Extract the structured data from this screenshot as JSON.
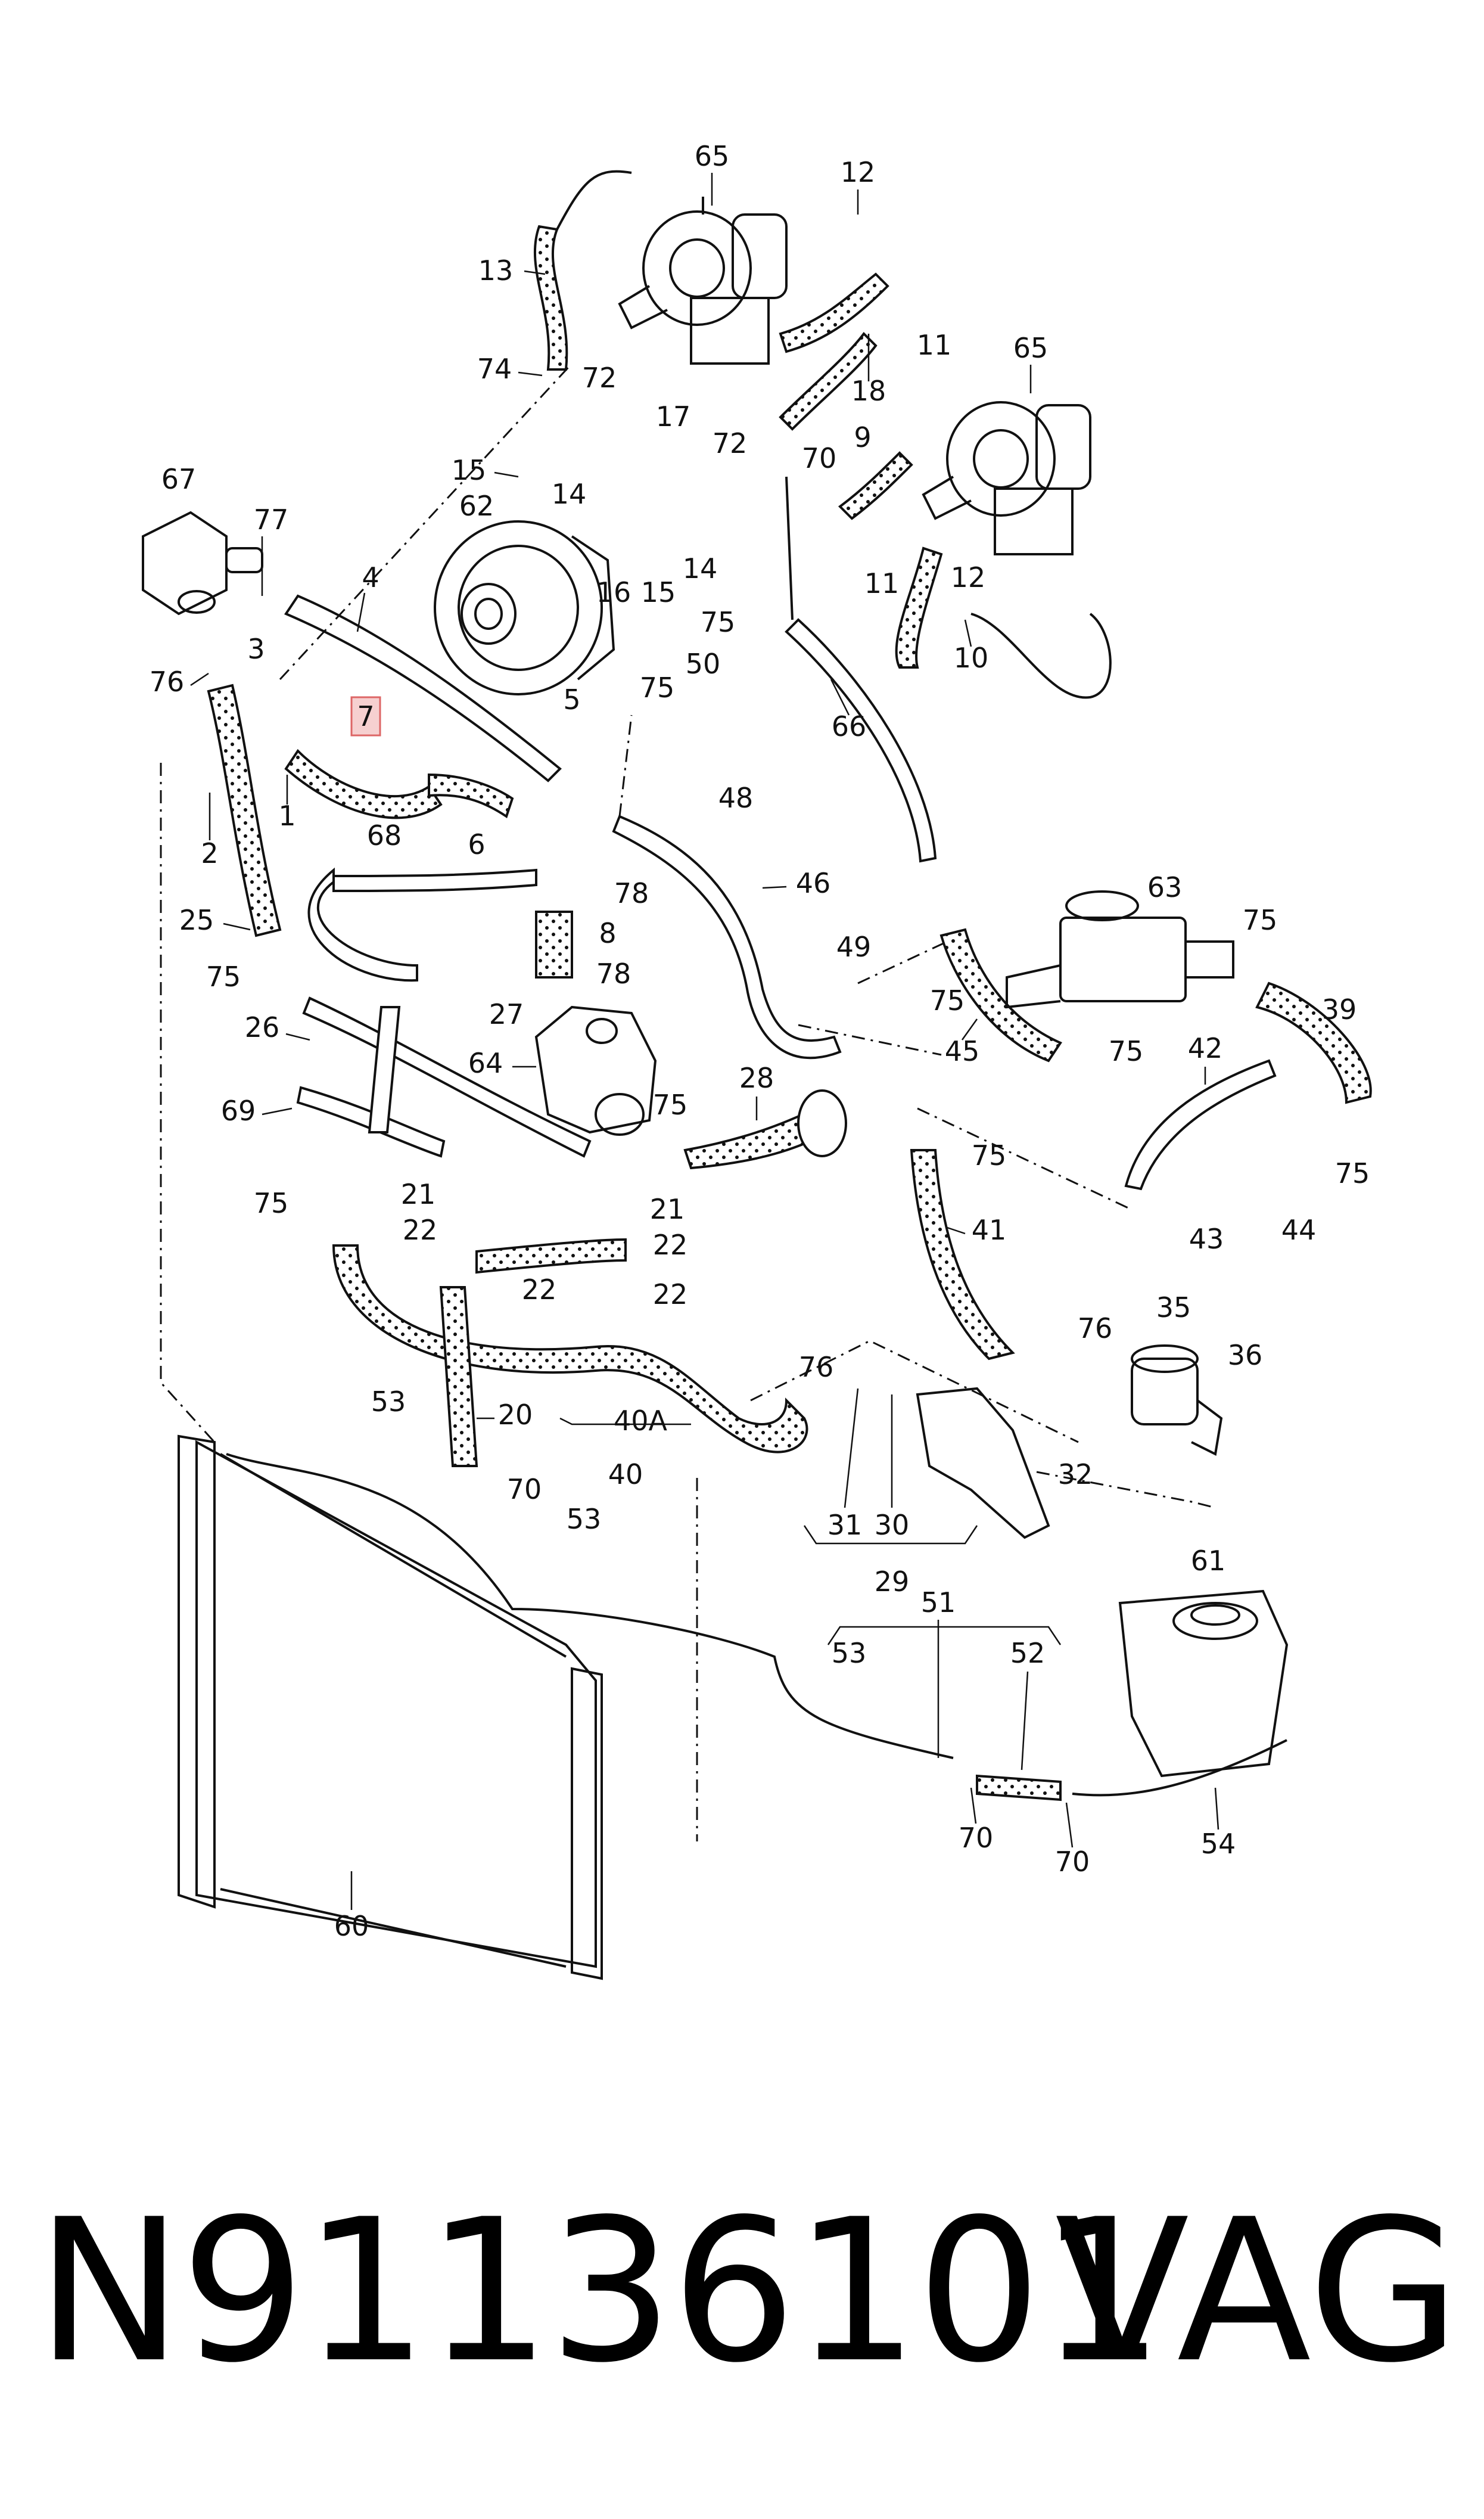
{
  "labels": {
    "p65a": "65",
    "p12a": "12",
    "p13": "13",
    "p11a": "11",
    "p74": "74",
    "p72a": "72",
    "p18": "18",
    "p65b": "65",
    "p17": "17",
    "p72b": "72",
    "p70a": "70",
    "p9": "9",
    "p15a": "15",
    "p14a": "14",
    "p67": "67",
    "p62": "62",
    "p14b": "14",
    "p11b": "11",
    "p12b": "12",
    "p77": "77",
    "p4": "4",
    "p16": "16",
    "p15b": "15",
    "p10": "10",
    "p76a": "76",
    "p3": "3",
    "p75a": "75",
    "p50": "50",
    "p5": "5",
    "p7": "7",
    "p75b": "75",
    "p66": "66",
    "p1": "1",
    "p48": "48",
    "p2": "2",
    "p6": "6",
    "p68": "68",
    "p78a": "78",
    "p46": "46",
    "p63": "63",
    "p25": "25",
    "p8": "8",
    "p75c": "75",
    "p78b": "78",
    "p49": "49",
    "p75d": "75",
    "p39": "39",
    "p26": "26",
    "p27": "27",
    "p75e": "75",
    "p45": "45",
    "p75f": "75",
    "p42": "42",
    "p64": "64",
    "p28": "28",
    "p69": "69",
    "p75g": "75",
    "p75h": "75",
    "p75i": "75",
    "p43": "43",
    "p44": "44",
    "p75j": "75",
    "p21a": "21",
    "p21b": "21",
    "p41": "41",
    "p22a": "22",
    "p22b": "22",
    "p22c": "22",
    "p22d": "22",
    "p35": "35",
    "p36": "36",
    "p76b": "76",
    "p76c": "76",
    "p20": "20",
    "p40A": "40A",
    "p40": "40",
    "p53a": "53",
    "p70b": "70",
    "p32": "32",
    "p31": "31",
    "p30": "30",
    "p29": "29",
    "p53b": "53",
    "p61": "61",
    "p51": "51",
    "p53c": "53",
    "p52": "52",
    "p70c": "70",
    "p70d": "70",
    "p54": "54",
    "p60": "60"
  },
  "footer": {
    "part_number": "N91136101",
    "brand": "VAG"
  },
  "colors": {
    "line": "#111111",
    "highlight": "#e68080"
  }
}
